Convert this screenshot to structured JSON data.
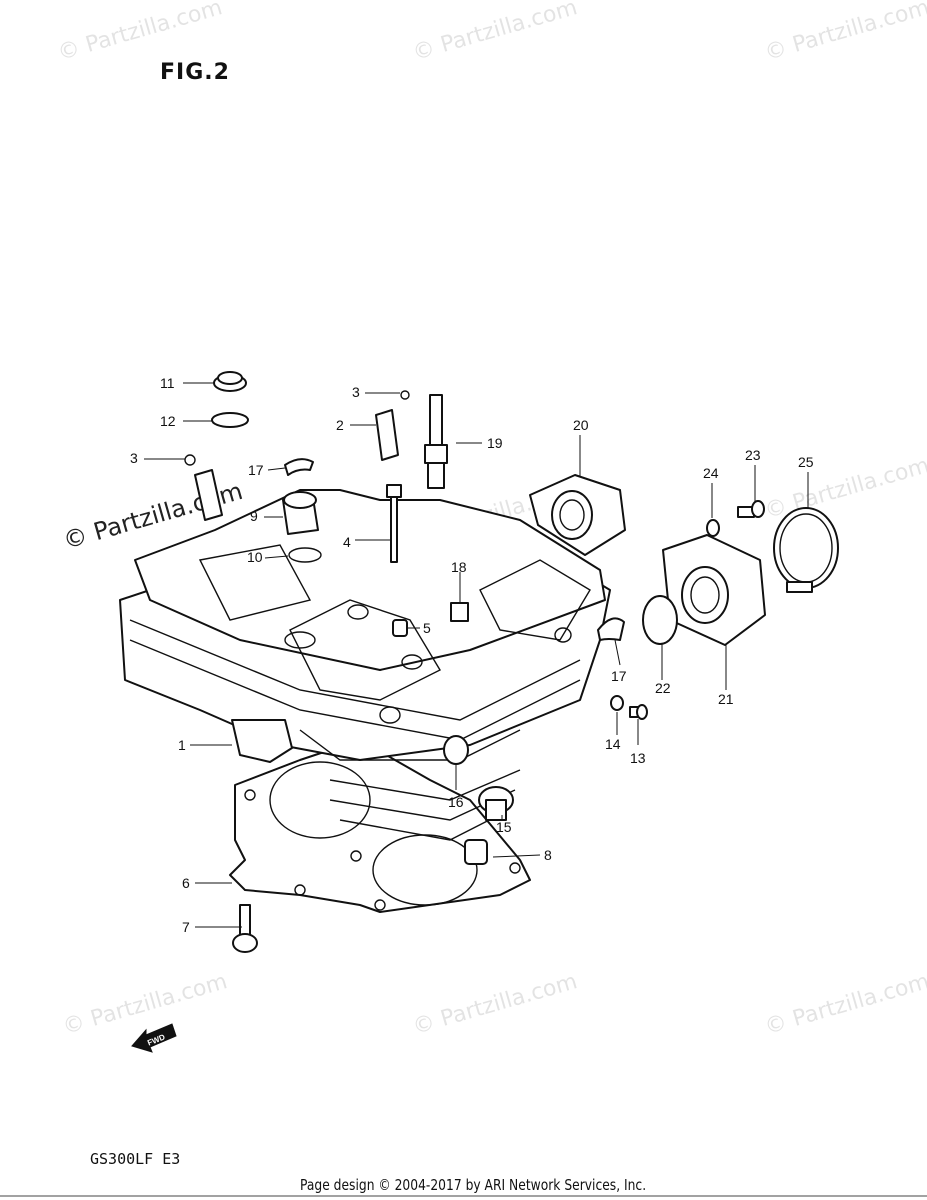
{
  "figure": {
    "title": "FIG.2",
    "model": "GS300LF E3"
  },
  "footer": {
    "text": "Page design © 2004-2017 by ARI Network Services, Inc."
  },
  "watermark": {
    "text": "© Partzilla.com"
  },
  "fwd_label": "FWD",
  "callouts": {
    "c1": "1",
    "c2": "2",
    "c3a": "3",
    "c3b": "3",
    "c4": "4",
    "c5": "5",
    "c6": "6",
    "c7": "7",
    "c8": "8",
    "c9": "9",
    "c10": "10",
    "c11": "11",
    "c12": "12",
    "c13": "13",
    "c14": "14",
    "c15": "15",
    "c16": "16",
    "c17a": "17",
    "c17b": "17",
    "c18": "18",
    "c19": "19",
    "c20": "20",
    "c21": "21",
    "c22": "22",
    "c23": "23",
    "c24": "24",
    "c25": "25"
  }
}
